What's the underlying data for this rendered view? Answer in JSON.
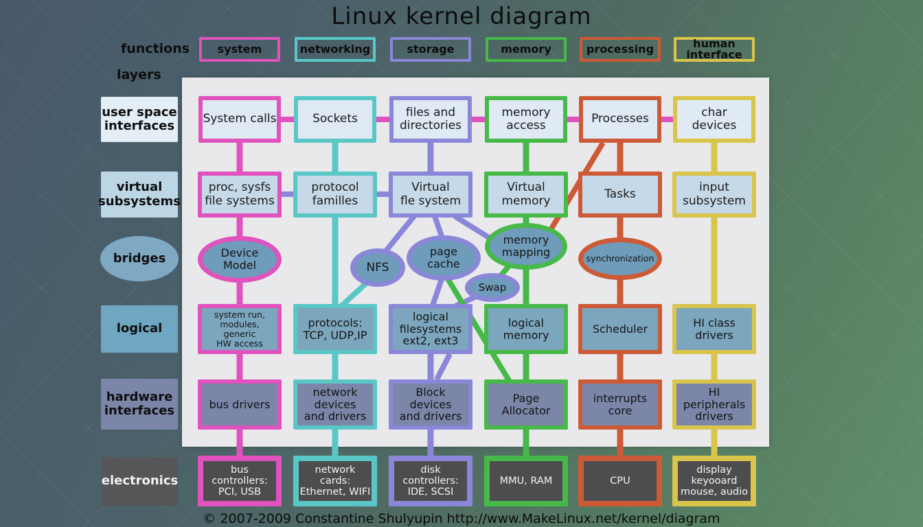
{
  "title": "Linux kernel diagram",
  "copyright": "© 2007-2009 Constantine Shulyupin http://www.MakeLinux.net/kernel/diagram",
  "corner_labels": {
    "functions": "functions",
    "layers": "layers"
  },
  "colors": {
    "system": "#e052bd",
    "networking": "#5ac7c7",
    "storage": "#8a87d8",
    "memory": "#46b948",
    "processing": "#cd5a36",
    "human_interface": "#d9c54b",
    "panel": "#e9e9eb",
    "row_user_space_fill": "#dfeaf4",
    "row_virtual_fill": "#c6d9e8",
    "row_logical_fill": "#7ca6be",
    "row_hardware_fill": "#7b86a9",
    "row_electronics_fill": "#4d4d50",
    "bridge_fill": "#6f9cba",
    "layer_label_fills": [
      "#e3eef6",
      "#bcd6e6",
      "#7fa8c2",
      "#6fa6c2",
      "#7b86a9",
      "#565659"
    ]
  },
  "functions": [
    {
      "id": "system",
      "label": "system",
      "color_key": "system"
    },
    {
      "id": "networking",
      "label": "networking",
      "color_key": "networking"
    },
    {
      "id": "storage",
      "label": "storage",
      "color_key": "storage"
    },
    {
      "id": "memory",
      "label": "memory",
      "color_key": "memory"
    },
    {
      "id": "processing",
      "label": "processing",
      "color_key": "processing"
    },
    {
      "id": "human-interface",
      "label": "human\ninterface",
      "color_key": "human_interface"
    }
  ],
  "layers": [
    {
      "id": "user-space-interfaces",
      "label": "user space\ninterfaces",
      "shape": "rect",
      "text_color": "#0e0e0e"
    },
    {
      "id": "virtual-subsystems",
      "label": "virtual\nsubsystems",
      "shape": "rect",
      "text_color": "#0e0e0e"
    },
    {
      "id": "bridges",
      "label": "bridges",
      "shape": "ellipse",
      "text_color": "#0e0e0e"
    },
    {
      "id": "logical",
      "label": "logical",
      "shape": "rect",
      "text_color": "#0e0e0e"
    },
    {
      "id": "hardware-interfaces",
      "label": "hardware\ninterfaces",
      "shape": "rect",
      "text_color": "#0e0e0e"
    },
    {
      "id": "electronics",
      "label": "electronics",
      "shape": "rect",
      "text_color": "#f2f2f2"
    }
  ],
  "grid": {
    "rows": [
      {
        "id": "user-space",
        "fill_key": "row_user_space_fill",
        "text_color": "#1a1a1a",
        "cells": [
          "System calls",
          "Sockets",
          "files and\ndirectories",
          "memory\naccess",
          "Processes",
          "char\ndevices"
        ]
      },
      {
        "id": "virtual",
        "fill_key": "row_virtual_fill",
        "text_color": "#1a1a1a",
        "cells": [
          "proc, sysfs\nfile systems",
          "protocol\nfamilles",
          "Virtual\nfle system",
          "Virtual\nmemory",
          "Tasks",
          "input\nsubsystem"
        ]
      },
      {
        "id": "logical",
        "fill_key": "row_logical_fill",
        "text_color": "#141414",
        "cells": [
          "system run,\nmodules,\ngeneric\nHW access",
          "protocols:\nTCP, UDP,IP",
          "logical\nfilesystems\next2, ext3",
          "logical\nmemory",
          "Scheduler",
          "HI class\ndrivers"
        ]
      },
      {
        "id": "hardware",
        "fill_key": "row_hardware_fill",
        "text_color": "#141414",
        "cells": [
          "bus drivers",
          "network\ndevices\nand drivers",
          "Block\ndevices\nand drivers",
          "Page\nAllocator",
          "interrupts\ncore",
          "HI\nperipherals\ndrivers"
        ]
      },
      {
        "id": "electronics",
        "fill_key": "row_electronics_fill",
        "text_color": "#f4f4f4",
        "cells": [
          "bus\ncontrollers:\nPCI, USB",
          "network\ncards:\nEthernet, WIFI",
          "disk\ncontrollers:\nIDE, SCSI",
          "MMU, RAM",
          "CPU",
          "display\nkeyooard\nmouse, audio"
        ]
      }
    ]
  },
  "bridges": [
    {
      "id": "device-model",
      "label": "Device\nModel",
      "color_key": "system"
    },
    {
      "id": "nfs",
      "label": "NFS",
      "color_key": "storage"
    },
    {
      "id": "page-cache",
      "label": "page\ncache",
      "color_key": "storage"
    },
    {
      "id": "memory-mapping",
      "label": "memory\nmapping",
      "color_key": "memory"
    },
    {
      "id": "swap",
      "label": "Swap",
      "color_key": "storage"
    },
    {
      "id": "synchronization",
      "label": "synchronization",
      "color_key": "processing"
    }
  ]
}
